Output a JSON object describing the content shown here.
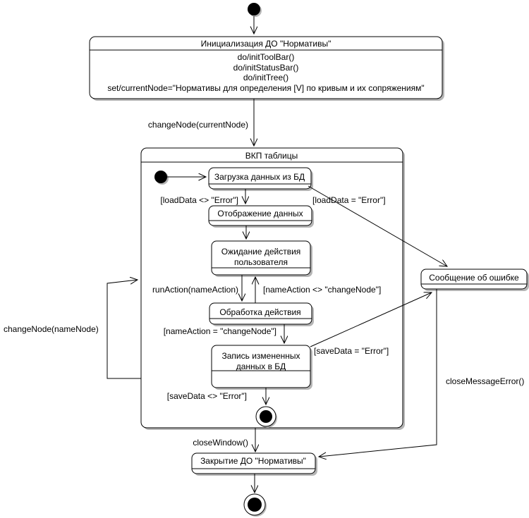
{
  "colors": {
    "line": "#000000",
    "box_fill": "#ffffff",
    "shadow": "#b5b5b5",
    "background": "#ffffff"
  },
  "states": {
    "init": {
      "title": "Инициализация ДО \"Нормативы\"",
      "actions": [
        "do/initToolBar()",
        "do/initStatusBar()",
        "do/initTree()",
        "set/currentNode=\"Нормативы для определения [V] по кривым и их сопряжениям\""
      ]
    },
    "vkp": {
      "title": "ВКП таблицы"
    },
    "load_data": {
      "title": "Загрузка данных из БД"
    },
    "display_data": {
      "title": "Отображение данных"
    },
    "wait_user": {
      "lines": [
        "Ожидание действия",
        "пользователя"
      ]
    },
    "process_action": {
      "title": "Обработка действия"
    },
    "save_data": {
      "lines": [
        "Запись измененных",
        "данных в БД"
      ]
    },
    "error_message": {
      "title": "Сообщение об ошибке"
    },
    "close_do": {
      "title": "Закрытие ДО \"Нормативы\""
    }
  },
  "transitions": {
    "change_node_current": "changeNode(currentNode)",
    "load_ok": "[loadData <> \"Error\"]",
    "load_error": "[loadData = \"Error\"]",
    "run_action": "runAction(nameAction)",
    "name_action_neq": "[nameAction <> \"changeNode\"]",
    "name_action_eq": "[nameAction = \"changeNode\"]",
    "save_error": "[saveData = \"Error\"]",
    "save_ok": "[saveData <> \"Error\"]",
    "change_node_name": "changeNode(nameNode)",
    "close_window": "closeWindow()",
    "close_message_error": "closeMessageError()"
  }
}
